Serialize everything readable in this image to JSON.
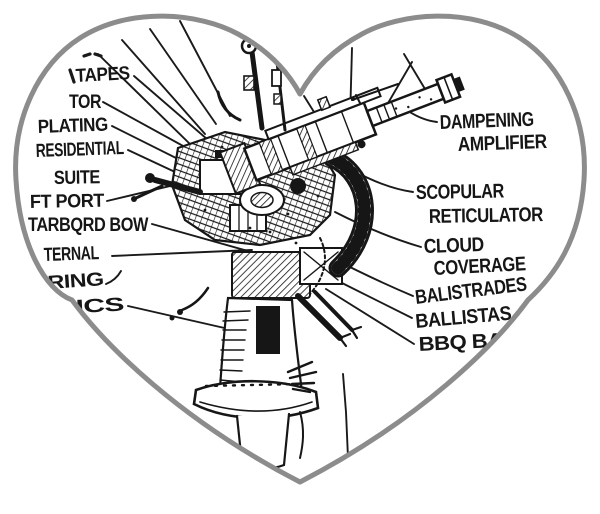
{
  "scene": {
    "kind": "hand-drawn cutaway diagram of a mounted gun turret, masked inside a heart shape",
    "mask_shape": "heart",
    "ink_color": "#161616",
    "heart_outline_color": "#8c8c8c",
    "background_color": "#ffffff"
  },
  "labels": {
    "left": [
      {
        "text": "TAPES"
      },
      {
        "text": "TOR"
      },
      {
        "text": "PLATING"
      },
      {
        "text": "RESIDENTIAL"
      },
      {
        "text": "SUITE"
      },
      {
        "text": "FT PORT"
      },
      {
        "text": "TARBQRD BOW"
      },
      {
        "text": "TERNAL"
      },
      {
        "text": "RING"
      },
      {
        "text": "ICS"
      }
    ],
    "right": [
      {
        "text": "DAMPENING"
      },
      {
        "text": "AMPLIFIER"
      },
      {
        "text": "SCOPULAR"
      },
      {
        "text": "RETICULATOR"
      },
      {
        "text": "CLOUD"
      },
      {
        "text": "COVERAGE"
      },
      {
        "text": "BALISTRADES"
      },
      {
        "text": "BALLISTAS"
      },
      {
        "text": "BBQ BA"
      }
    ]
  }
}
